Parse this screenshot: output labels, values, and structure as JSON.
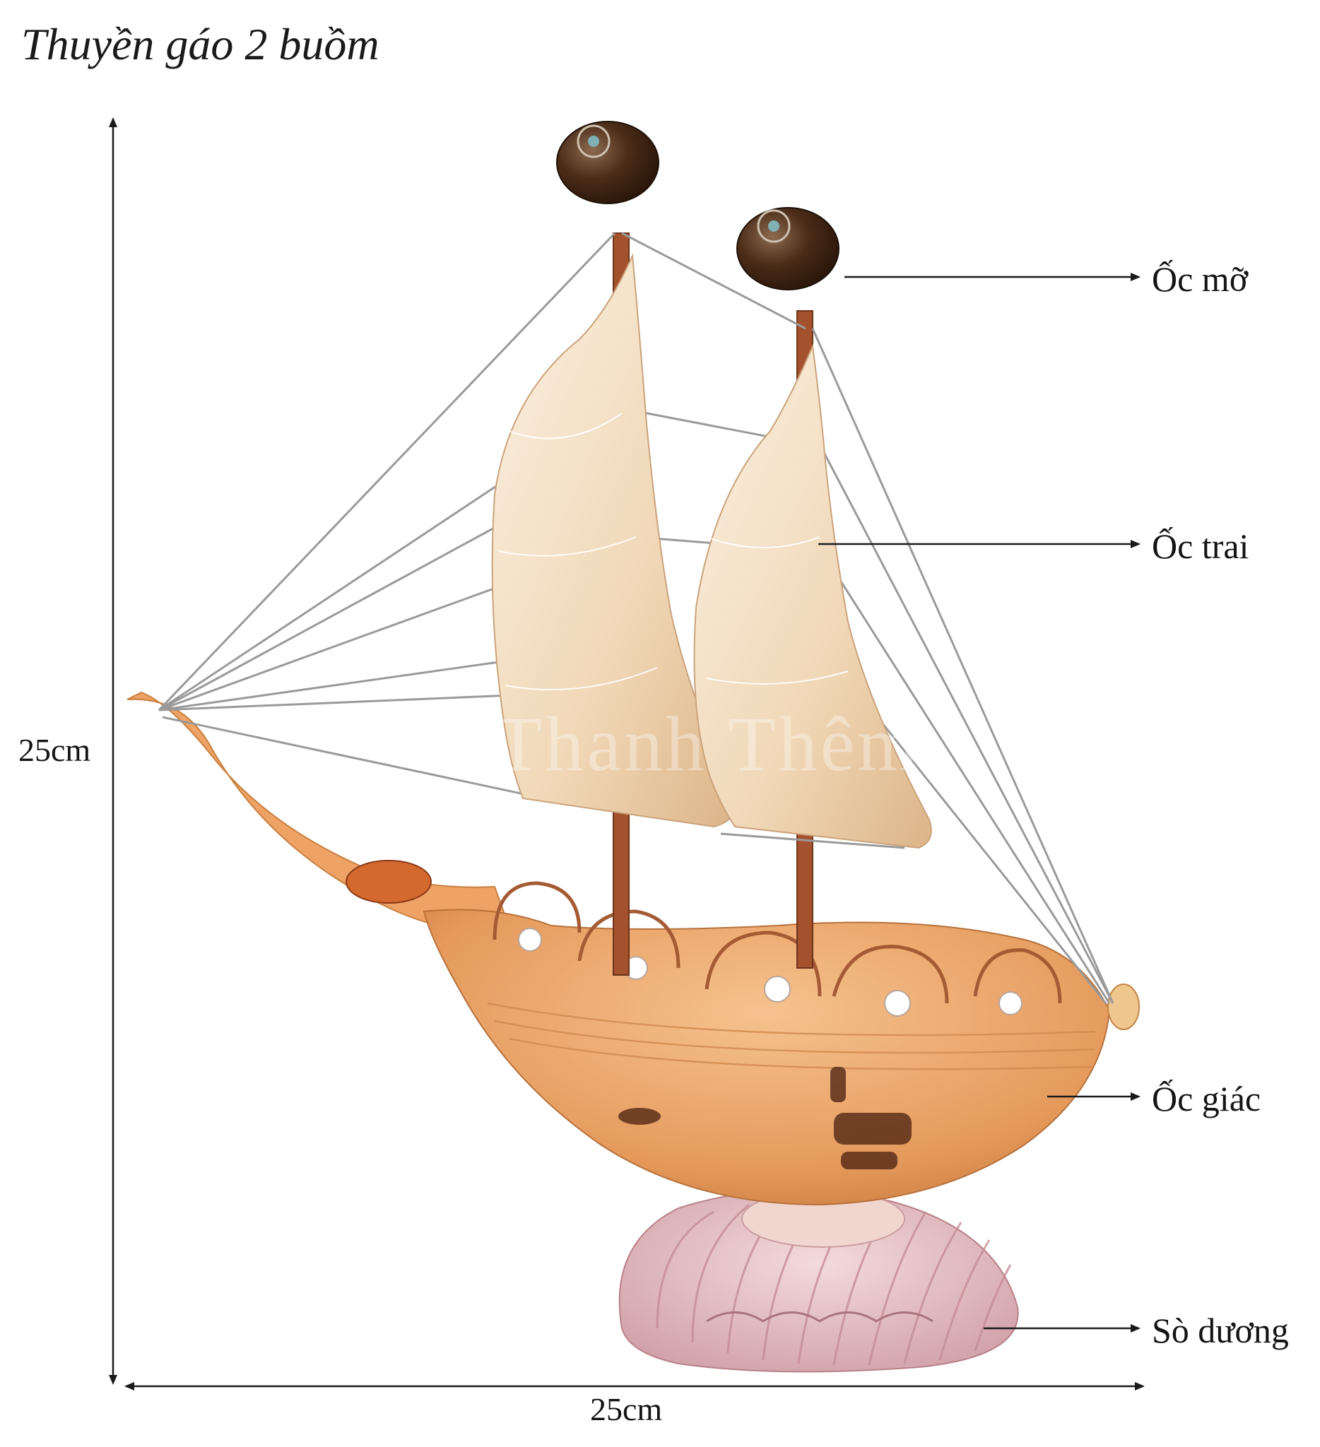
{
  "title": "Thuyền gáo 2 buồm",
  "dimensions": {
    "height_label": "25cm",
    "width_label": "25cm"
  },
  "parts": [
    {
      "id": "mast-top-shell",
      "label": "Ốc mỡ"
    },
    {
      "id": "sail-shell",
      "label": "Ốc trai"
    },
    {
      "id": "hull-shell",
      "label": "Ốc giác"
    },
    {
      "id": "base-shell",
      "label": "Sò dương"
    }
  ],
  "watermark": "Thanh Thêm",
  "colors": {
    "hull": "#e9a36a",
    "sail": "#f1dcc0",
    "mast": "#a4522d",
    "cap_shell": "#4a2a16",
    "base_shell": "#e6bfc4",
    "line": "#1a1a1a"
  }
}
